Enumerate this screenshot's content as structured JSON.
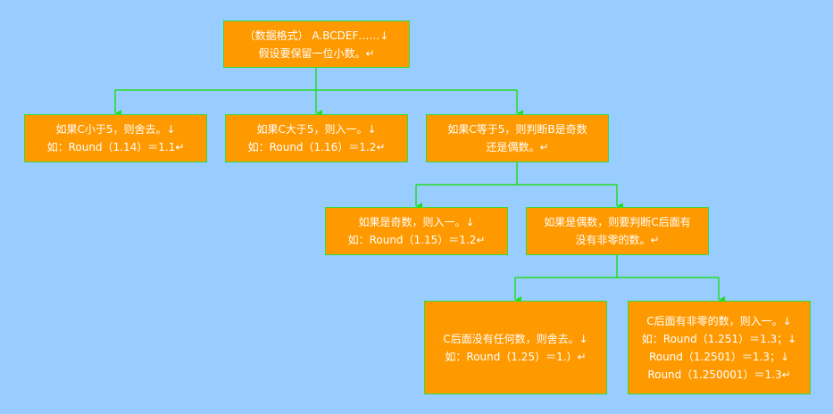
{
  "colors": {
    "background": "#99ccff",
    "node_fill": "#ff9900",
    "node_border": "#33dd33",
    "edge": "#22dd22",
    "text": "#ffffff"
  },
  "nodes": {
    "root": {
      "lines": [
        "（数据格式） A.BCDEF……↓",
        "假设要保留一位小数。↵"
      ]
    },
    "less_than_5": {
      "lines": [
        "如果C小于5，则舍去。↓",
        "如：Round（1.14）＝1.1↵"
      ]
    },
    "greater_than_5": {
      "lines": [
        "如果C大于5，则入一。↓",
        "如：Round（1.16）＝1.2↵"
      ]
    },
    "equal_5": {
      "lines": [
        "如果C等于5，则判断B是奇数",
        "还是偶数。↵"
      ]
    },
    "b_odd": {
      "lines": [
        "如果是奇数，则入一。↓",
        "如：Round（1.15）＝1.2↵"
      ]
    },
    "b_even": {
      "lines": [
        "如果是偶数，则要判断C后面有",
        "没有非零的数。↵"
      ]
    },
    "no_nonzero": {
      "lines": [
        "C后面没有任何数，则舍去。↓",
        "如：Round（1.25）＝1.）↵"
      ]
    },
    "has_nonzero": {
      "lines": [
        "C后面有非零的数，则入一。↓",
        "如：Round（1.251）＝1.3；↓",
        "Round（1.2501）＝1.3；↓",
        "Round（1.250001）＝1.3↵"
      ]
    }
  }
}
